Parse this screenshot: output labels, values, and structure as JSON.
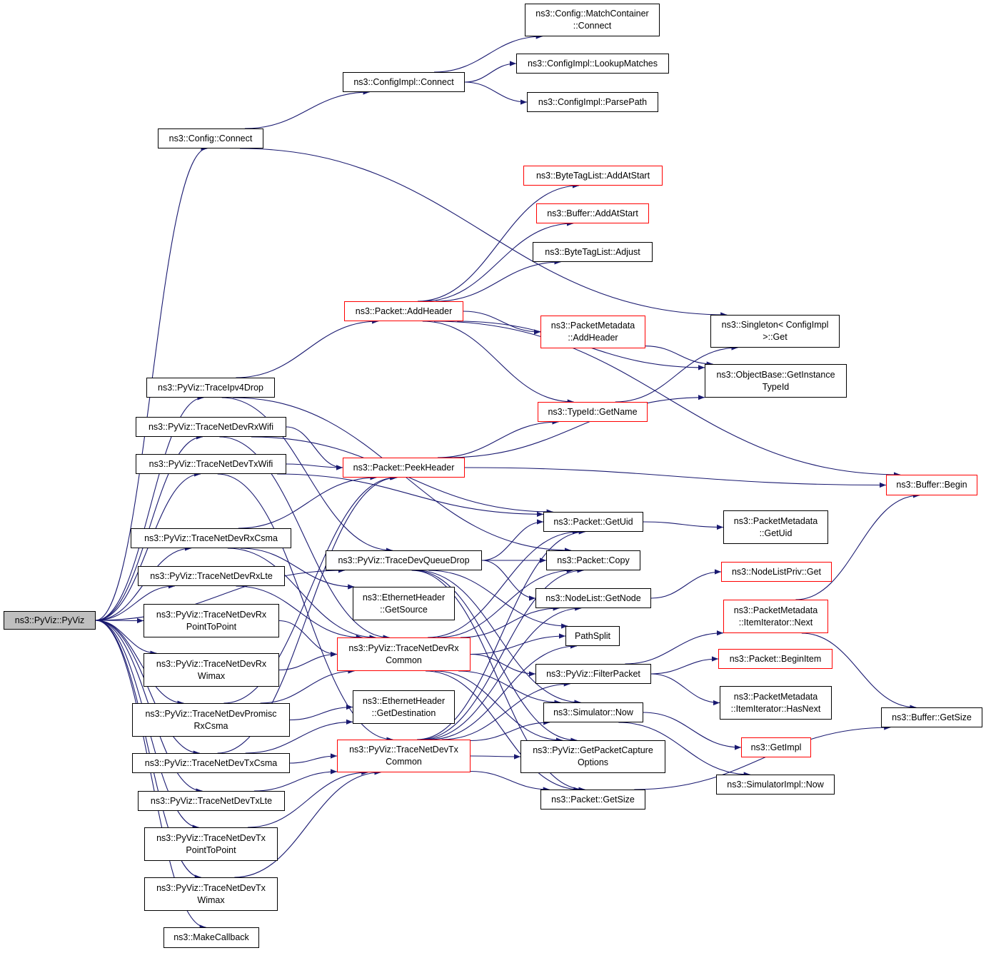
{
  "colors": {
    "edge": "#191970",
    "node_border": "#000000",
    "node_border_incomplete": "#ff0000",
    "root_fill": "#bfbfbf"
  },
  "nodes": {
    "pyviz": {
      "lines": [
        "ns3::PyViz::PyViz"
      ],
      "style": "root"
    },
    "config_connect": {
      "lines": [
        "ns3::Config::Connect"
      ],
      "style": "normal"
    },
    "configimpl_connect": {
      "lines": [
        "ns3::ConfigImpl::Connect"
      ],
      "style": "normal"
    },
    "matchcontainer": {
      "lines": [
        "ns3::Config::MatchContainer",
        "::Connect"
      ],
      "style": "normal"
    },
    "lookupmatches": {
      "lines": [
        "ns3::ConfigImpl::LookupMatches"
      ],
      "style": "normal"
    },
    "parsepath": {
      "lines": [
        "ns3::ConfigImpl::ParsePath"
      ],
      "style": "normal"
    },
    "bytetag_addatstart": {
      "lines": [
        "ns3::ByteTagList::AddAtStart"
      ],
      "style": "red"
    },
    "buffer_addatstart": {
      "lines": [
        "ns3::Buffer::AddAtStart"
      ],
      "style": "red"
    },
    "bytetag_adjust": {
      "lines": [
        "ns3::ByteTagList::Adjust"
      ],
      "style": "normal"
    },
    "packet_addheader": {
      "lines": [
        "ns3::Packet::AddHeader"
      ],
      "style": "red"
    },
    "pm_addheader": {
      "lines": [
        "ns3::PacketMetadata",
        "::AddHeader"
      ],
      "style": "red"
    },
    "singleton_get": {
      "lines": [
        "ns3::Singleton< ConfigImpl",
        " >::Get"
      ],
      "style": "normal"
    },
    "objectbase": {
      "lines": [
        "ns3::ObjectBase::GetInstance",
        "TypeId"
      ],
      "style": "normal"
    },
    "tracedrop": {
      "lines": [
        "ns3::PyViz::TraceIpv4Drop"
      ],
      "style": "normal"
    },
    "typeid_getname": {
      "lines": [
        "ns3::TypeId::GetName"
      ],
      "style": "red"
    },
    "rxwifi": {
      "lines": [
        "ns3::PyViz::TraceNetDevRxWifi"
      ],
      "style": "normal"
    },
    "txwifi": {
      "lines": [
        "ns3::PyViz::TraceNetDevTxWifi"
      ],
      "style": "normal"
    },
    "peekheader": {
      "lines": [
        "ns3::Packet::PeekHeader"
      ],
      "style": "red"
    },
    "buffer_begin": {
      "lines": [
        "ns3::Buffer::Begin"
      ],
      "style": "red"
    },
    "packet_getuid": {
      "lines": [
        "ns3::Packet::GetUid"
      ],
      "style": "normal"
    },
    "pm_getuid": {
      "lines": [
        "ns3::PacketMetadata",
        "::GetUid"
      ],
      "style": "normal"
    },
    "rxcsma": {
      "lines": [
        "ns3::PyViz::TraceNetDevRxCsma"
      ],
      "style": "normal"
    },
    "devqueuedrop": {
      "lines": [
        "ns3::PyViz::TraceDevQueueDrop"
      ],
      "style": "normal"
    },
    "packet_copy": {
      "lines": [
        "ns3::Packet::Copy"
      ],
      "style": "normal"
    },
    "rxlte": {
      "lines": [
        "ns3::PyViz::TraceNetDevRxLte"
      ],
      "style": "normal"
    },
    "eth_getsource": {
      "lines": [
        "ns3::EthernetHeader",
        "::GetSource"
      ],
      "style": "normal"
    },
    "nodelistpriv_get": {
      "lines": [
        "ns3::NodeListPriv::Get"
      ],
      "style": "red"
    },
    "nodelist_getnode": {
      "lines": [
        "ns3::NodeList::GetNode"
      ],
      "style": "normal"
    },
    "rxp2p": {
      "lines": [
        "ns3::PyViz::TraceNetDevRx",
        "PointToPoint"
      ],
      "style": "normal"
    },
    "pm_iter_next": {
      "lines": [
        "ns3::PacketMetadata",
        "::ItemIterator::Next"
      ],
      "style": "red"
    },
    "pathsplit": {
      "lines": [
        "PathSplit"
      ],
      "style": "normal"
    },
    "rxcommon": {
      "lines": [
        "ns3::PyViz::TraceNetDevRx",
        "Common"
      ],
      "style": "red"
    },
    "rxwimax": {
      "lines": [
        "ns3::PyViz::TraceNetDevRx",
        "Wimax"
      ],
      "style": "normal"
    },
    "filterpacket": {
      "lines": [
        "ns3::PyViz::FilterPacket"
      ],
      "style": "normal"
    },
    "packet_beginitem": {
      "lines": [
        "ns3::Packet::BeginItem"
      ],
      "style": "red"
    },
    "promisc": {
      "lines": [
        "ns3::PyViz::TraceNetDevPromisc",
        "RxCsma"
      ],
      "style": "normal"
    },
    "eth_getdest": {
      "lines": [
        "ns3::EthernetHeader",
        "::GetDestination"
      ],
      "style": "normal"
    },
    "pm_iter_hasnext": {
      "lines": [
        "ns3::PacketMetadata",
        "::ItemIterator::HasNext"
      ],
      "style": "normal"
    },
    "sim_now": {
      "lines": [
        "ns3::Simulator::Now"
      ],
      "style": "normal"
    },
    "buffer_getsize": {
      "lines": [
        "ns3::Buffer::GetSize"
      ],
      "style": "normal"
    },
    "getimpl": {
      "lines": [
        "ns3::GetImpl"
      ],
      "style": "red"
    },
    "txcsma": {
      "lines": [
        "ns3::PyViz::TraceNetDevTxCsma"
      ],
      "style": "normal"
    },
    "txcommon": {
      "lines": [
        "ns3::PyViz::TraceNetDevTx",
        "Common"
      ],
      "style": "red"
    },
    "getpcapopts": {
      "lines": [
        "ns3::PyViz::GetPacketCapture",
        "Options"
      ],
      "style": "normal"
    },
    "simimpl_now": {
      "lines": [
        "ns3::SimulatorImpl::Now"
      ],
      "style": "normal"
    },
    "txlte": {
      "lines": [
        "ns3::PyViz::TraceNetDevTxLte"
      ],
      "style": "normal"
    },
    "packet_getsize": {
      "lines": [
        "ns3::Packet::GetSize"
      ],
      "style": "normal"
    },
    "txp2p": {
      "lines": [
        "ns3::PyViz::TraceNetDevTx",
        "PointToPoint"
      ],
      "style": "normal"
    },
    "txwimax": {
      "lines": [
        "ns3::PyViz::TraceNetDevTx",
        "Wimax"
      ],
      "style": "normal"
    },
    "makecallback": {
      "lines": [
        "ns3::MakeCallback"
      ],
      "style": "normal"
    }
  },
  "edges": [
    [
      "pyviz",
      "config_connect"
    ],
    [
      "pyviz",
      "tracedrop"
    ],
    [
      "pyviz",
      "rxwifi"
    ],
    [
      "pyviz",
      "txwifi"
    ],
    [
      "pyviz",
      "devqueuedrop"
    ],
    [
      "pyviz",
      "rxcsma"
    ],
    [
      "pyviz",
      "rxlte"
    ],
    [
      "pyviz",
      "rxp2p"
    ],
    [
      "pyviz",
      "rxwimax"
    ],
    [
      "pyviz",
      "promisc"
    ],
    [
      "pyviz",
      "txcsma"
    ],
    [
      "pyviz",
      "txlte"
    ],
    [
      "pyviz",
      "txp2p"
    ],
    [
      "pyviz",
      "txwimax"
    ],
    [
      "pyviz",
      "makecallback"
    ],
    [
      "config_connect",
      "configimpl_connect"
    ],
    [
      "config_connect",
      "singleton_get"
    ],
    [
      "configimpl_connect",
      "matchcontainer"
    ],
    [
      "configimpl_connect",
      "lookupmatches"
    ],
    [
      "configimpl_connect",
      "parsepath"
    ],
    [
      "tracedrop",
      "packet_addheader"
    ],
    [
      "tracedrop",
      "devqueuedrop"
    ],
    [
      "tracedrop",
      "packet_copy"
    ],
    [
      "packet_addheader",
      "bytetag_addatstart"
    ],
    [
      "packet_addheader",
      "buffer_addatstart"
    ],
    [
      "packet_addheader",
      "bytetag_adjust"
    ],
    [
      "packet_addheader",
      "pm_addheader"
    ],
    [
      "packet_addheader",
      "buffer_begin"
    ],
    [
      "packet_addheader",
      "objectbase"
    ],
    [
      "packet_addheader",
      "typeid_getname"
    ],
    [
      "pm_addheader",
      "objectbase"
    ],
    [
      "typeid_getname",
      "singleton_get"
    ],
    [
      "rxwifi",
      "peekheader"
    ],
    [
      "rxwifi",
      "rxcommon"
    ],
    [
      "rxwifi",
      "packet_getuid"
    ],
    [
      "txwifi",
      "peekheader"
    ],
    [
      "txwifi",
      "packet_getuid"
    ],
    [
      "txwifi",
      "txcommon"
    ],
    [
      "peekheader",
      "typeid_getname"
    ],
    [
      "peekheader",
      "objectbase"
    ],
    [
      "peekheader",
      "buffer_begin"
    ],
    [
      "rxcsma",
      "peekheader"
    ],
    [
      "rxcsma",
      "eth_getsource"
    ],
    [
      "rxcsma",
      "rxcommon"
    ],
    [
      "rxlte",
      "rxcommon"
    ],
    [
      "rxp2p",
      "rxcommon"
    ],
    [
      "rxwimax",
      "rxcommon"
    ],
    [
      "promisc",
      "eth_getdest"
    ],
    [
      "promisc",
      "peekheader"
    ],
    [
      "promisc",
      "rxcommon"
    ],
    [
      "txcsma",
      "eth_getdest"
    ],
    [
      "txcsma",
      "txcommon"
    ],
    [
      "txcsma",
      "peekheader"
    ],
    [
      "txlte",
      "txcommon"
    ],
    [
      "txp2p",
      "txcommon"
    ],
    [
      "txwimax",
      "txcommon"
    ],
    [
      "devqueuedrop",
      "packet_getuid"
    ],
    [
      "devqueuedrop",
      "packet_copy"
    ],
    [
      "devqueuedrop",
      "nodelist_getnode"
    ],
    [
      "devqueuedrop",
      "pathsplit"
    ],
    [
      "devqueuedrop",
      "sim_now"
    ],
    [
      "devqueuedrop",
      "getpcapopts"
    ],
    [
      "devqueuedrop",
      "packet_getsize"
    ],
    [
      "rxcommon",
      "packet_getuid"
    ],
    [
      "rxcommon",
      "packet_copy"
    ],
    [
      "rxcommon",
      "pathsplit"
    ],
    [
      "rxcommon",
      "filterpacket"
    ],
    [
      "rxcommon",
      "sim_now"
    ],
    [
      "rxcommon",
      "getpcapopts"
    ],
    [
      "rxcommon",
      "packet_getsize"
    ],
    [
      "rxcommon",
      "nodelist_getnode"
    ],
    [
      "txcommon",
      "packet_getuid"
    ],
    [
      "txcommon",
      "packet_copy"
    ],
    [
      "txcommon",
      "nodelist_getnode"
    ],
    [
      "txcommon",
      "pathsplit"
    ],
    [
      "txcommon",
      "filterpacket"
    ],
    [
      "txcommon",
      "sim_now"
    ],
    [
      "txcommon",
      "getpcapopts"
    ],
    [
      "txcommon",
      "packet_getsize"
    ],
    [
      "packet_getuid",
      "pm_getuid"
    ],
    [
      "nodelist_getnode",
      "nodelistpriv_get"
    ],
    [
      "filterpacket",
      "pm_iter_next"
    ],
    [
      "filterpacket",
      "packet_beginitem"
    ],
    [
      "filterpacket",
      "pm_iter_hasnext"
    ],
    [
      "pm_iter_next",
      "buffer_begin"
    ],
    [
      "pm_iter_next",
      "buffer_getsize"
    ],
    [
      "sim_now",
      "getimpl"
    ],
    [
      "sim_now",
      "simimpl_now"
    ],
    [
      "packet_getsize",
      "buffer_getsize"
    ]
  ]
}
